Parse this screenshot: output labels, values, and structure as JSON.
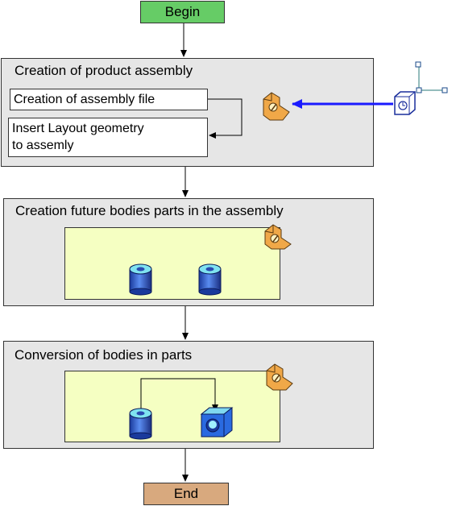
{
  "begin_label": "Begin",
  "end_label": "End",
  "panels": [
    {
      "title": "Creation of product assembly",
      "steps": [
        "Creation of assembly file",
        "Insert Layout geometry\nto assemly"
      ]
    },
    {
      "title": "Creation future bodies parts in the assembly"
    },
    {
      "title": "Conversion of bodies in parts"
    }
  ],
  "colors": {
    "begin_fill": "#66cc66",
    "end_fill": "#d8a97e",
    "panel_fill": "#e6e6e6",
    "zone_fill": "#f5ffc2",
    "link_arrow": "#1a1aff"
  },
  "icons": [
    "assembly-product-icon",
    "layout-geometry-icon",
    "body-cylinder-icon",
    "part-icon"
  ]
}
